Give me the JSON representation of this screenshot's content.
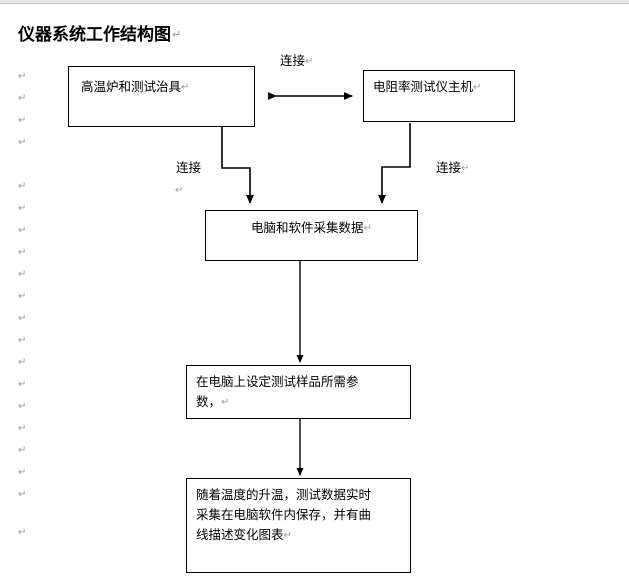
{
  "document": {
    "title": "仪器系统工作结构图",
    "title_mark": "↵"
  },
  "diagram": {
    "nodes": [
      {
        "id": "furnace",
        "label": "高温炉和测试治具",
        "mark": "↵"
      },
      {
        "id": "host",
        "label": "电阻率测试仪主机",
        "mark": "↵"
      },
      {
        "id": "acquire",
        "label": "电脑和软件采集数据",
        "mark": "↵"
      },
      {
        "id": "params",
        "label": "在电脑上设定测试样品所需参\n数，",
        "mark": "↵"
      },
      {
        "id": "record",
        "label": "随着温度的升温，测试数据实时\n采集在电脑软件内保存，并有曲\n线描述变化图表",
        "mark": "↵"
      }
    ],
    "edge_labels": [
      {
        "id": "top",
        "text": "连接",
        "mark": "↵"
      },
      {
        "id": "left-down",
        "text": "连接",
        "mark": ""
      },
      {
        "id": "right-down",
        "text": "连接",
        "mark": "↵"
      }
    ],
    "stray_mark": "↵"
  },
  "margin": {
    "mark": "↵",
    "marks_count": 20
  },
  "colors": {
    "page_background": "#ffffff",
    "stroke": "#000000",
    "text": "#000000",
    "mark": "#9a9a9a",
    "chrome": "#e8e8e8"
  }
}
